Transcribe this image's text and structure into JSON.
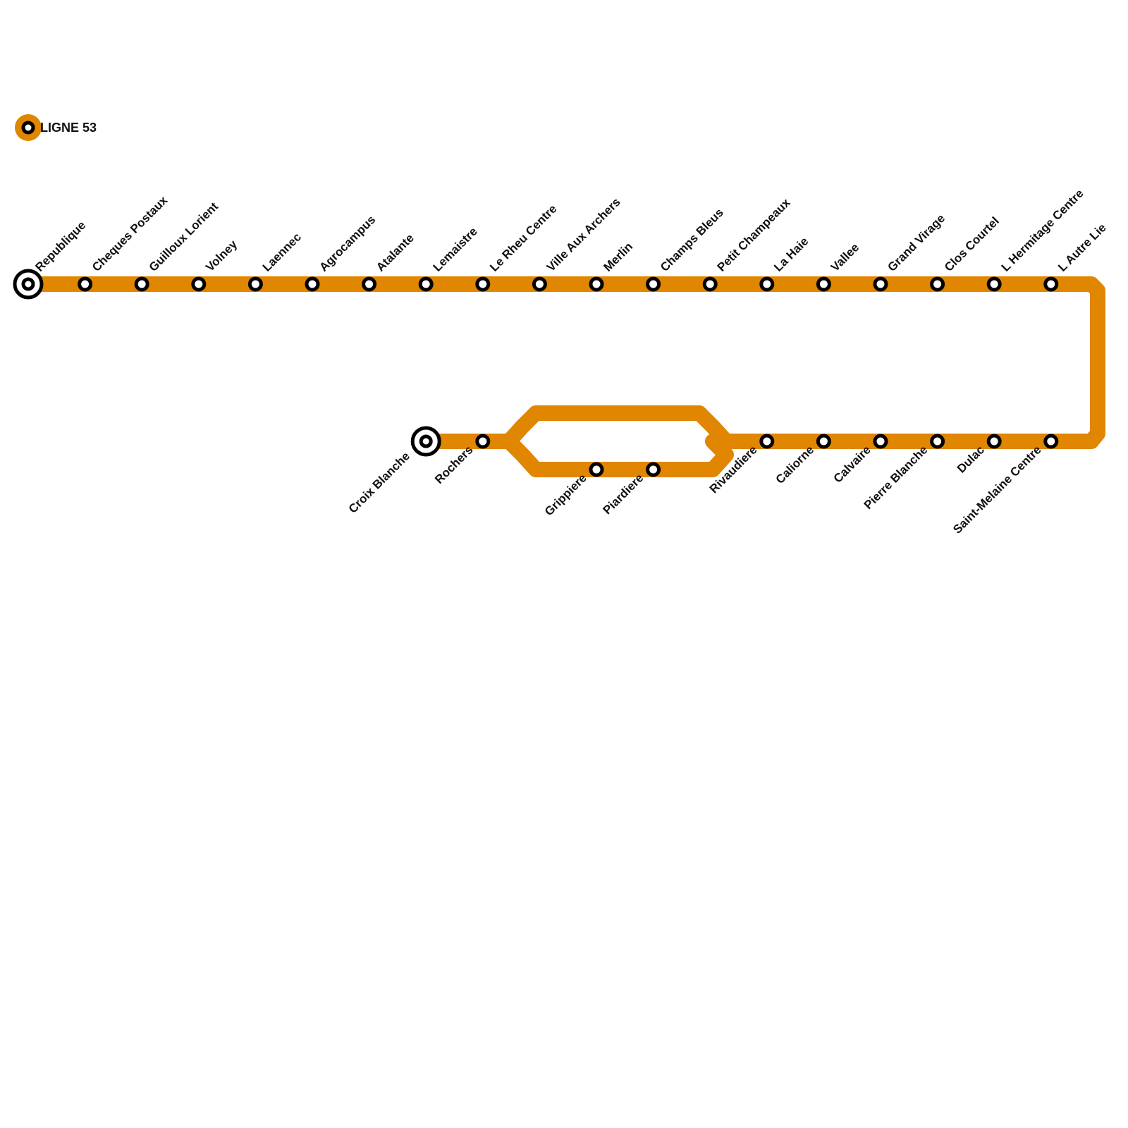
{
  "line": {
    "name": "LIGNE 53",
    "color": "#E08600"
  },
  "stations": {
    "upper": [
      "Republique",
      "Cheques Postaux",
      "Guilloux Lorient",
      "Volney",
      "Laennec",
      "Agrocampus",
      "Atalante",
      "Lemaistre",
      "Le Rheu Centre",
      "Ville Aux Archers",
      "Merlin",
      "Champs Bleus",
      "Petit Champeaux",
      "La Haie",
      "Vallee",
      "Grand Virage",
      "Clos Courtel",
      "L Hermitage Centre",
      "L Autre Lie"
    ],
    "lower": [
      "Croix Blanche",
      "Rochers",
      "Rivaudiere",
      "Caliorne",
      "Calvaire",
      "Pierre Blanche",
      "Dulac",
      "Saint-Melaine Centre"
    ],
    "branch": [
      "Grippiere",
      "Piardiere"
    ]
  },
  "terminals": [
    "Republique",
    "Croix Blanche"
  ]
}
